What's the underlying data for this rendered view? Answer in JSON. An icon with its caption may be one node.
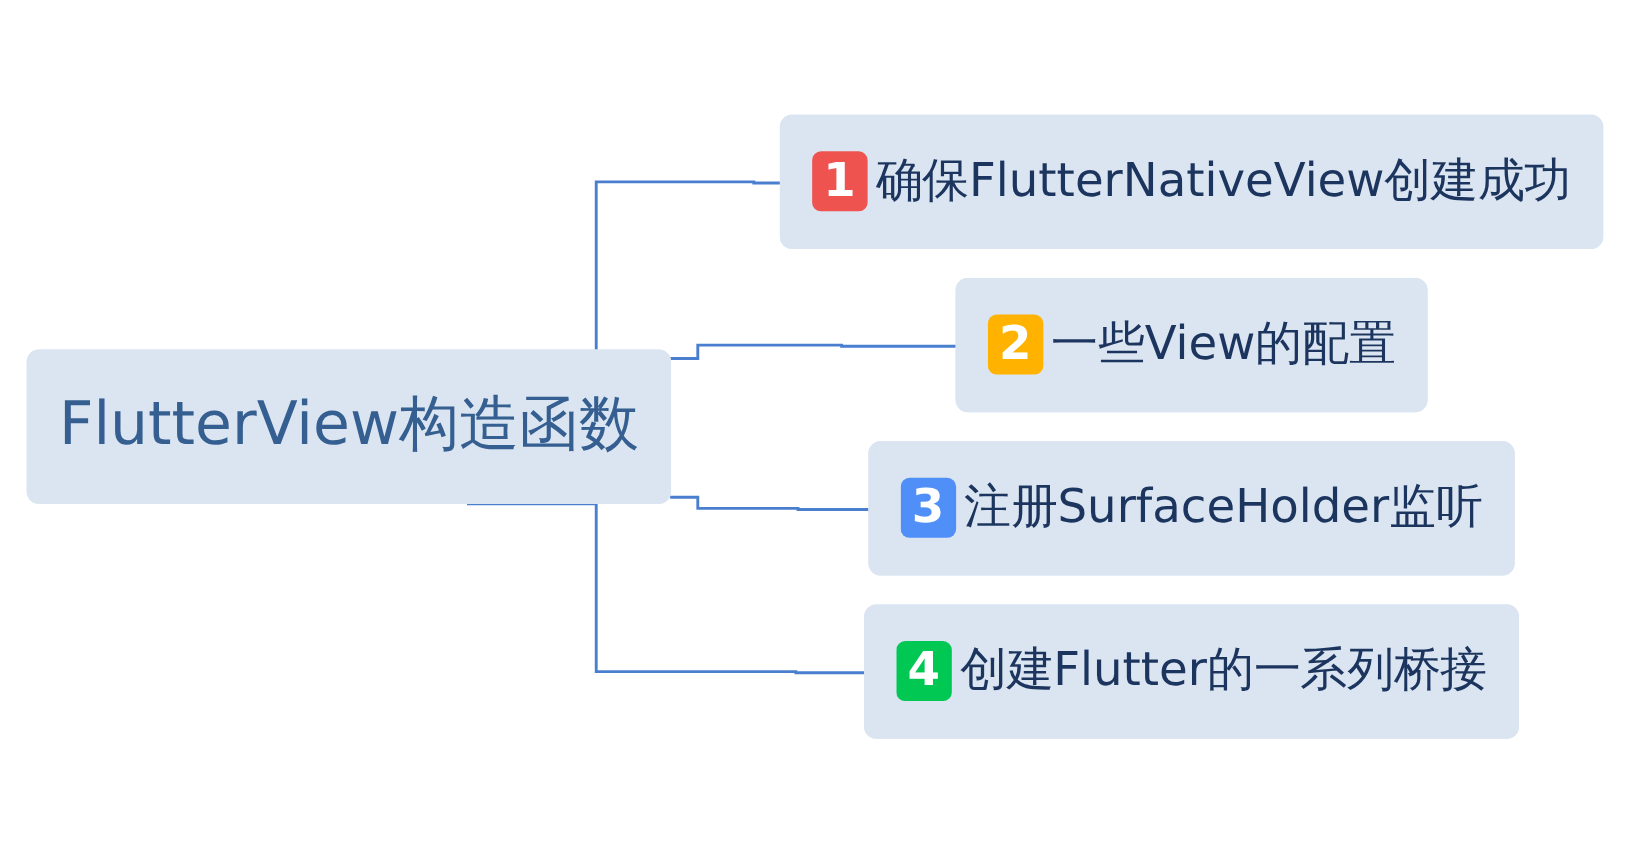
{
  "diagram": {
    "nodes": [
      {
        "text": [
          "FlutterView构造函数"
        ]
      },
      {
        "text": [
          "1",
          "确保FlutterNativeView创建成功"
        ]
      },
      {
        "text": [
          "2",
          "一些View的配置"
        ]
      },
      {
        "text": [
          "3",
          "注册SurfaceHolder监听"
        ]
      },
      {
        "text": [
          "4",
          "创建Flutter的一系列桥接"
        ]
      }
    ],
    "edges": [
      {
        "from": 0,
        "to": 1,
        "arrow": "none"
      },
      {
        "from": 0,
        "to": 2,
        "arrow": "none"
      },
      {
        "from": 0,
        "to": 3,
        "arrow": "none"
      },
      {
        "from": 0,
        "to": 4,
        "arrow": "none"
      }
    ]
  }
}
